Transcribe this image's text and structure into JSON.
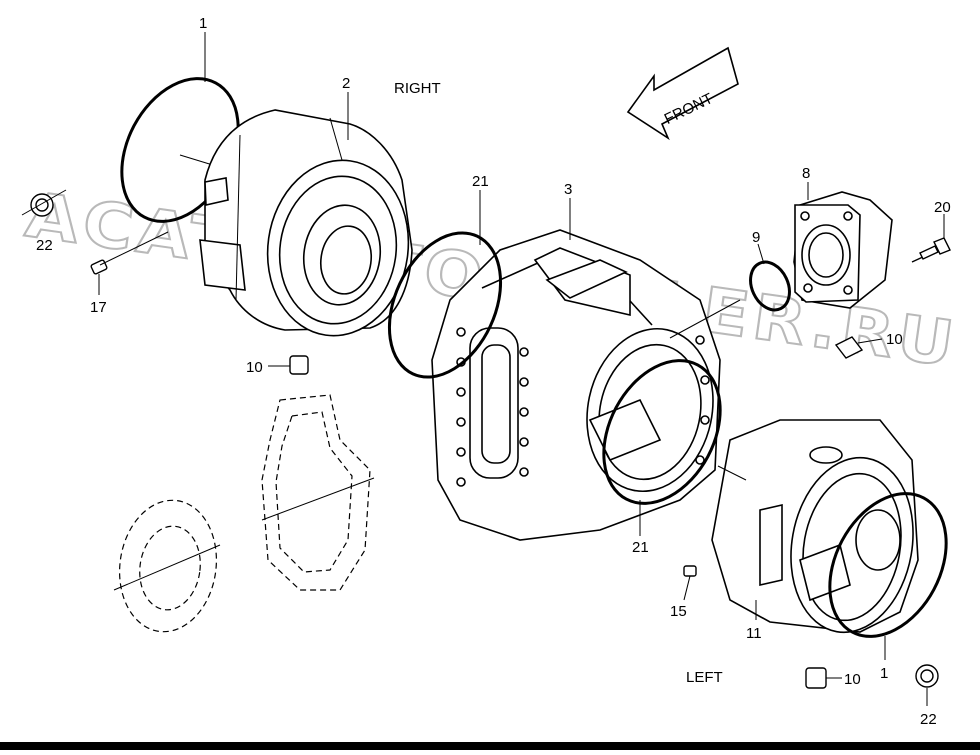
{
  "diagram": {
    "side_labels": {
      "right": "RIGHT",
      "left": "LEFT"
    },
    "front_arrow_label": "FRONT",
    "watermark": "ACAT.AUTODEALER.RU",
    "callouts": {
      "c1_top": "1",
      "c2": "2",
      "c21_top": "21",
      "c3": "3",
      "c8": "8",
      "c9": "9",
      "c20": "20",
      "c22_left": "22",
      "c17": "17",
      "c10_left": "10",
      "c10_right": "10",
      "c21_bottom": "21",
      "c15": "15",
      "c11": "11",
      "c10_bottom": "10",
      "c1_bottom": "1",
      "c22_bottom": "22"
    }
  },
  "colors": {
    "line": "#000000",
    "watermark": "#b9b9b9",
    "background": "#ffffff"
  }
}
